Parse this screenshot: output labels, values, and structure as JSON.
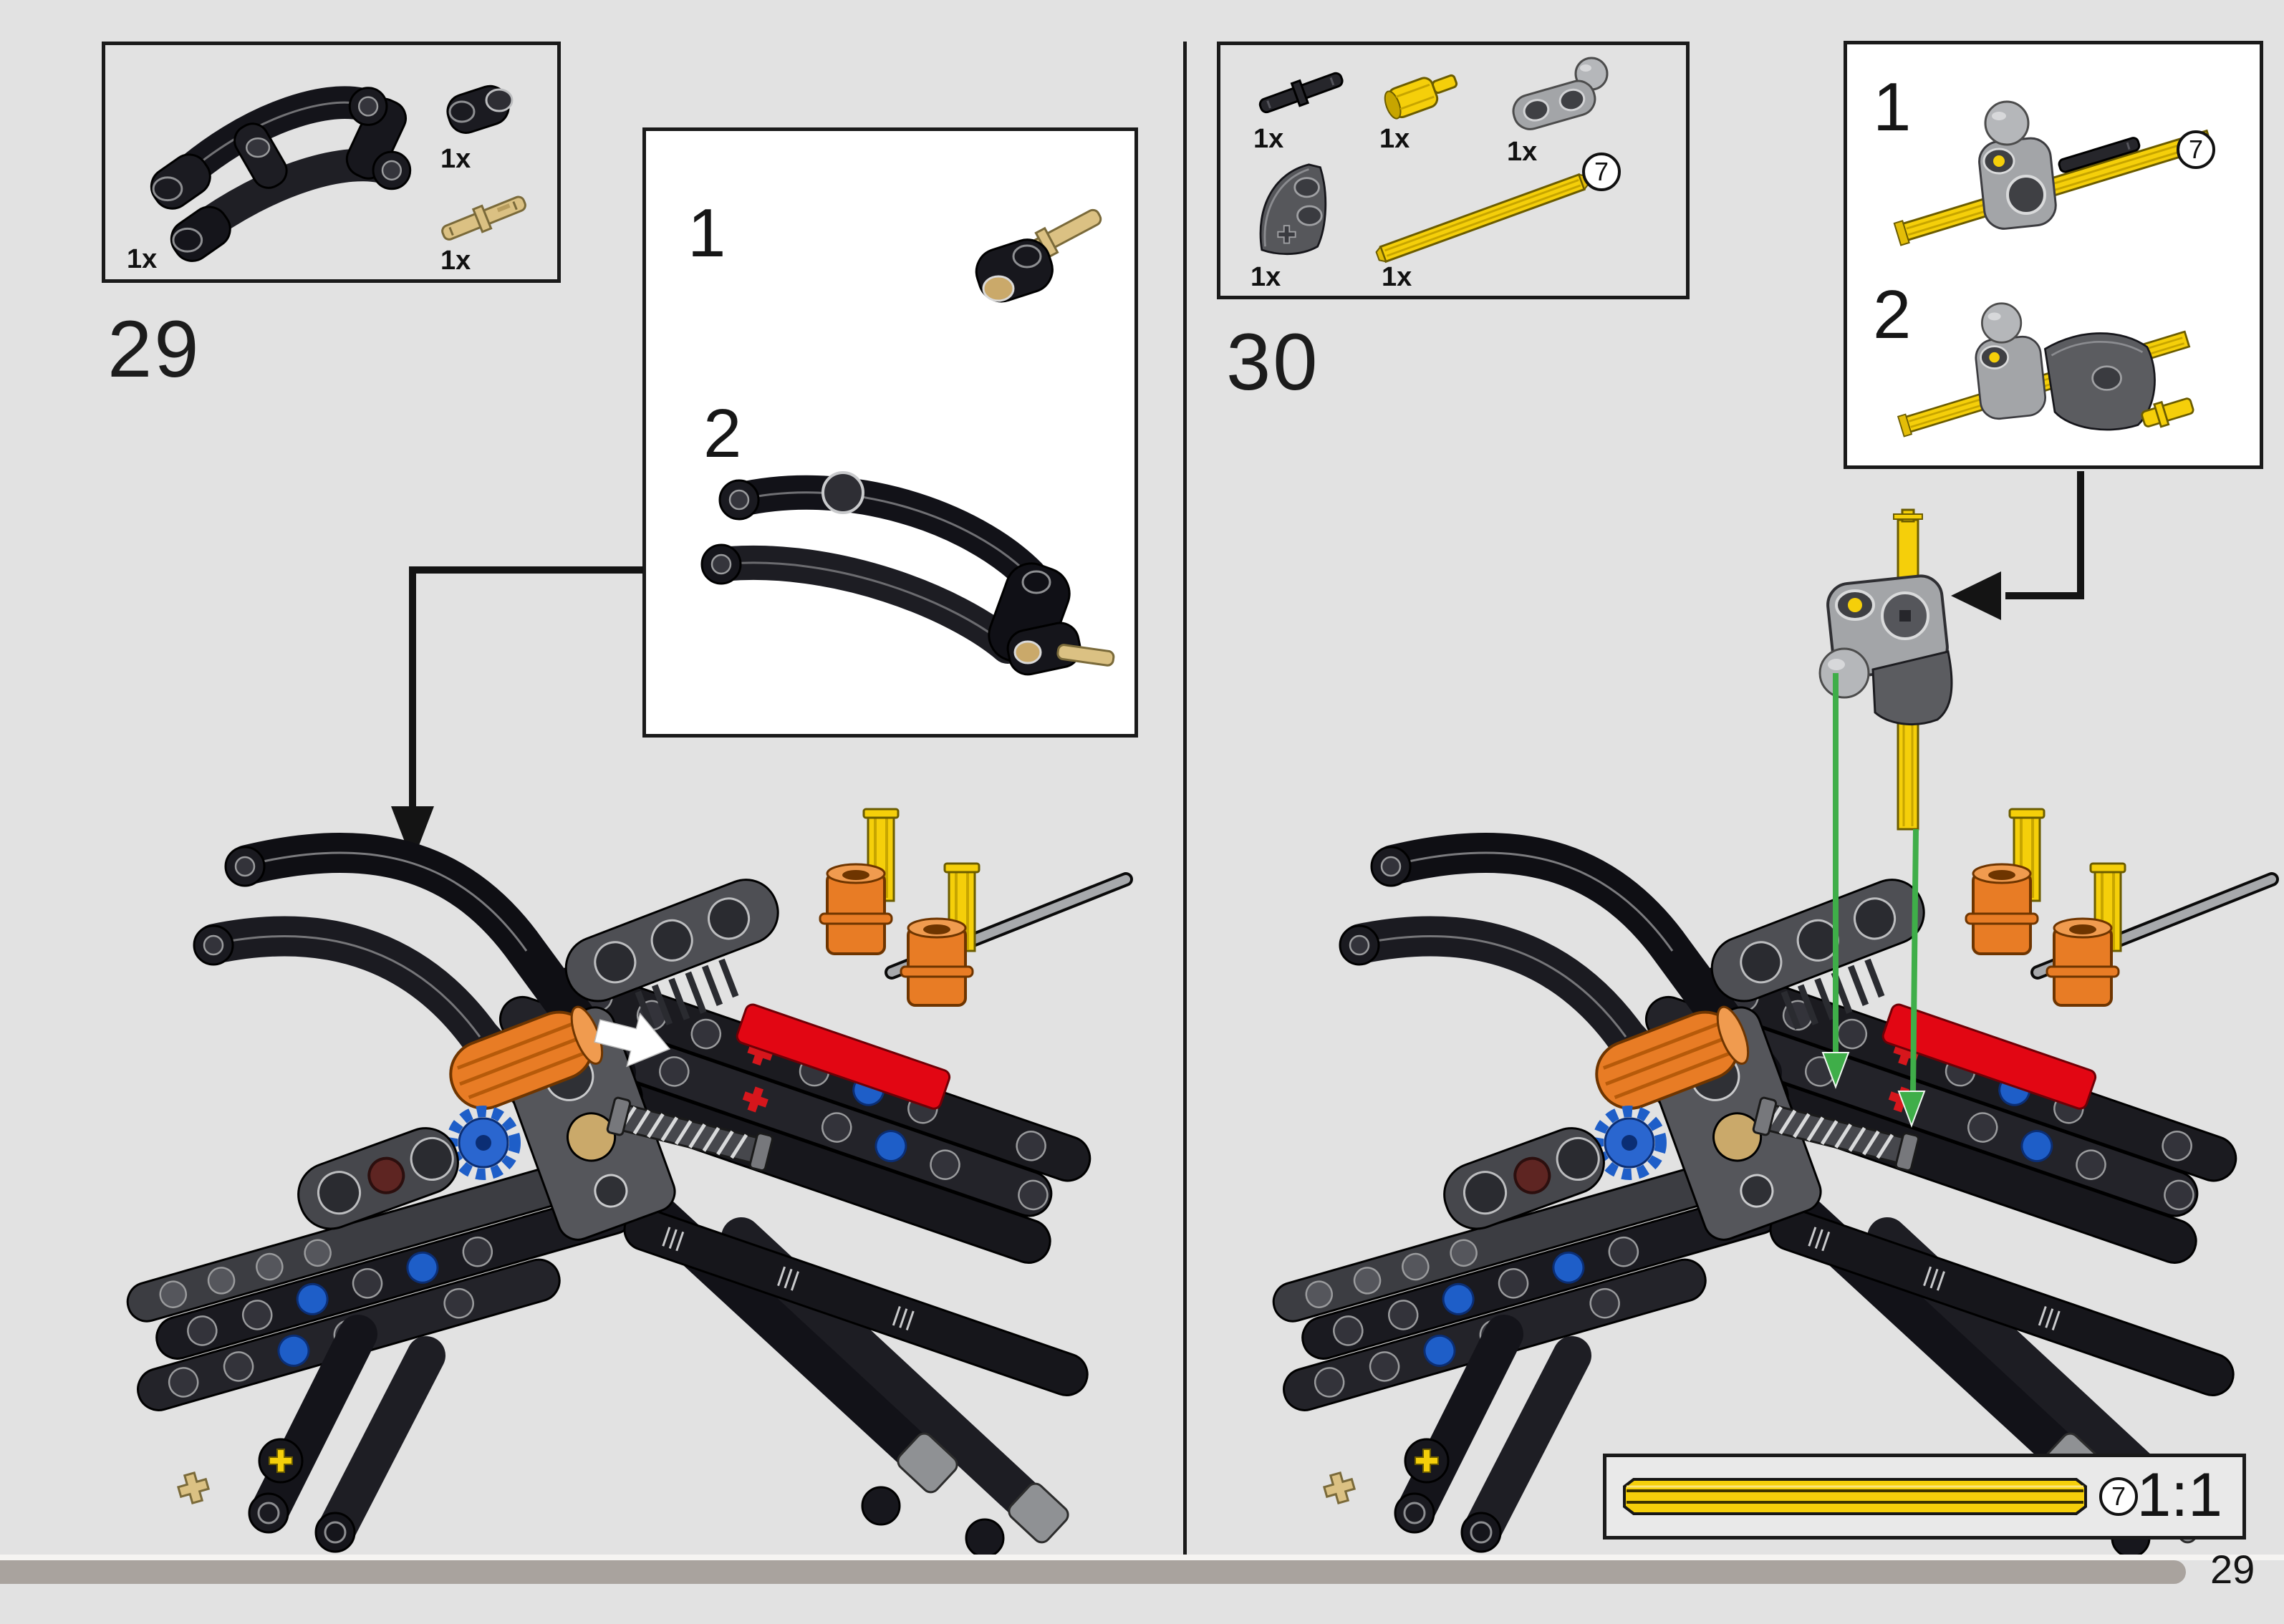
{
  "page": {
    "number": "29"
  },
  "steps": [
    {
      "label": "29",
      "parts": [
        {
          "qty": "1x",
          "name": "suspension-wishbone-black"
        },
        {
          "qty": "1x",
          "name": "pin-connector-2l-black"
        },
        {
          "qty": "1x",
          "name": "friction-pin-3l-tan"
        }
      ],
      "substeps": [
        {
          "label": "1"
        },
        {
          "label": "2"
        }
      ]
    },
    {
      "label": "30",
      "parts": [
        {
          "qty": "1x",
          "name": "friction-pin-3l-black"
        },
        {
          "qty": "1x",
          "name": "axle-pin-connector-yellow"
        },
        {
          "qty": "1x",
          "name": "ball-joint-arm-light-gray"
        },
        {
          "qty": "1x",
          "name": "wedge-panel-dark-gray"
        },
        {
          "qty": "1x",
          "name": "axle-7-yellow",
          "badge": "7"
        }
      ],
      "substeps": [
        {
          "label": "1",
          "badge": "7"
        },
        {
          "label": "2"
        }
      ]
    }
  ],
  "scale_box": {
    "badge": "7",
    "label": "1:1"
  },
  "colors": {
    "page_bg": "#E2E2E2",
    "outline": "#1A1A1A",
    "yellow": "#F5CF0A",
    "orange": "#E87C25",
    "red": "#E20613",
    "blue": "#1E5EC8",
    "green": "#3FAE49",
    "tan": "#DBC183",
    "light_gray": "#A3A5A8",
    "dark_gray": "#55565B",
    "progress_bar": "#A9A39E"
  }
}
